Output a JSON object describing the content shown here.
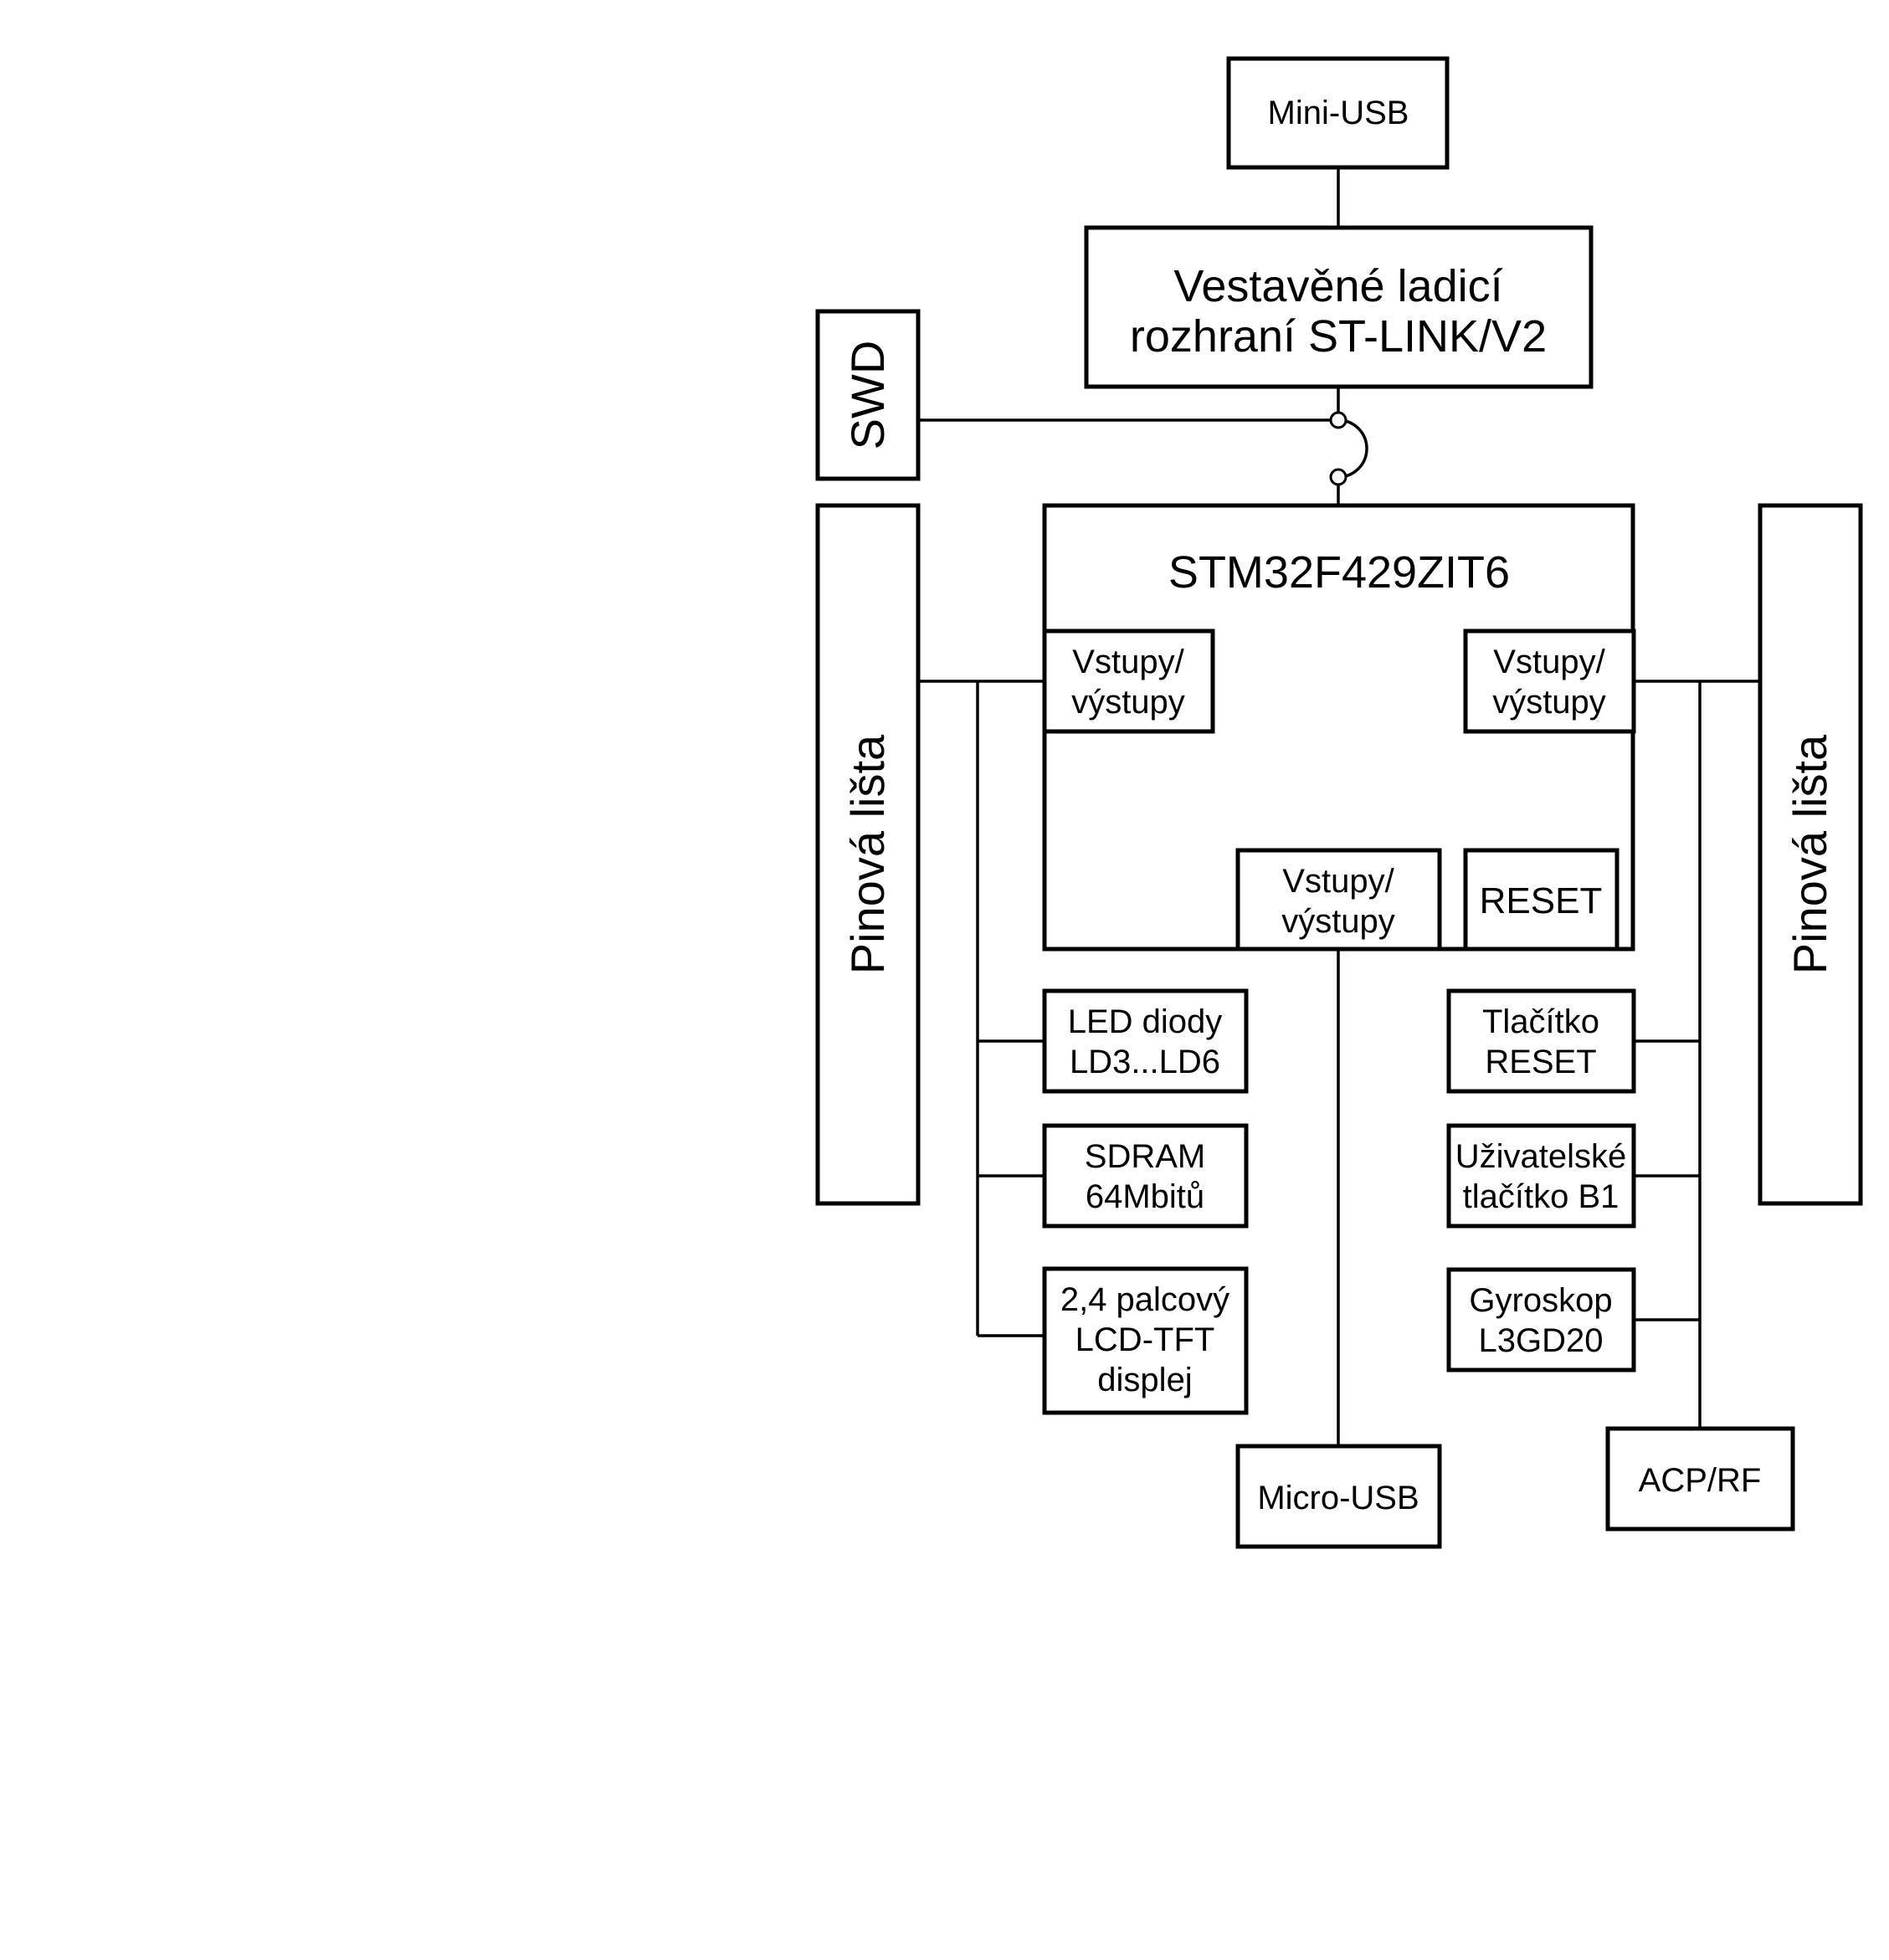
{
  "blocks": {
    "mini_usb": "Mini-USB",
    "stlink_line1": "Vestavěné ladicí",
    "stlink_line2": "rozhraní ST-LINK/V2",
    "swd": "SWD",
    "mcu": "STM32F429ZIT6",
    "io_left_line1": "Vstupy/",
    "io_left_line2": "výstupy",
    "io_right_line1": "Vstupy/",
    "io_right_line2": "výstupy",
    "io_bottom_line1": "Vstupy/",
    "io_bottom_line2": "výstupy",
    "reset": "RESET",
    "pin_header_left": "Pinová lišta",
    "pin_header_right": "Pinová lišta",
    "led_line1": "LED diody",
    "led_line2": "LD3...LD6",
    "sdram_line1": "SDRAM",
    "sdram_line2": "64Mbitů",
    "lcd_line1": "2,4 palcový",
    "lcd_line2": "LCD-TFT",
    "lcd_line3": "displej",
    "micro_usb": "Micro-USB",
    "reset_btn_line1": "Tlačítko",
    "reset_btn_line2": "RESET",
    "user_btn_line1": "Uživatelské",
    "user_btn_line2": "tlačítko B1",
    "gyro_line1": "Gyroskop",
    "gyro_line2": "L3GD20",
    "acp_rf": "ACP/RF"
  }
}
